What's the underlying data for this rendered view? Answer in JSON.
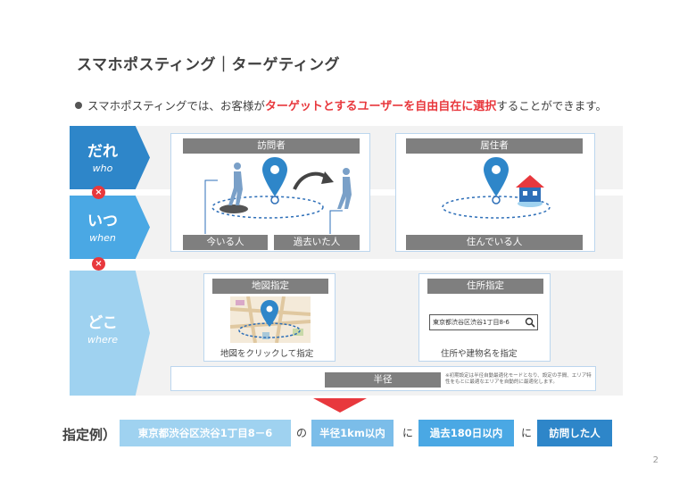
{
  "title": "スマホポスティング｜ターゲティング",
  "lead": {
    "prefix": "スマホポスティングでは、お客様が",
    "emphasis": "ターゲットとするユーザーを自由自在に選択",
    "suffix": "することができます。"
  },
  "rows": {
    "who": {
      "ja": "だれ",
      "en": "who"
    },
    "when": {
      "ja": "いつ",
      "en": "when"
    },
    "where": {
      "ja": "どこ",
      "en": "where"
    }
  },
  "multiply": "×",
  "visitor": {
    "label": "訪問者",
    "now": "今いる人",
    "past": "過去いた人"
  },
  "resident": {
    "label": "居住者",
    "living": "住んでいる人"
  },
  "map_spec": {
    "label": "地図指定",
    "caption": "地図をクリックして指定"
  },
  "address_spec": {
    "label": "住所指定",
    "input_value": "東京都渋谷区渋谷1丁目8-6",
    "caption": "住所や建物名を指定"
  },
  "radius": {
    "label": "半径",
    "note": "※初期設定は半径自動最適化モードとなり、設定の手間、エリア特性をもとに最適なエリアを自動的に最適化します。"
  },
  "example": {
    "label": "指定例）",
    "address": "東京都渋谷区渋谷1丁目8－6",
    "conn1": "の",
    "radius": "半径1km以内",
    "conn2": "に",
    "period": "過去180日以内",
    "conn3": "に",
    "target": "訪問した人"
  },
  "page_number": "2",
  "colors": {
    "accent_red": "#e8383d",
    "blue_dark": "#2e86c9",
    "blue_mid": "#4aa8e4",
    "blue_light": "#9fd2f0",
    "label_gray": "#7f7f7f"
  }
}
